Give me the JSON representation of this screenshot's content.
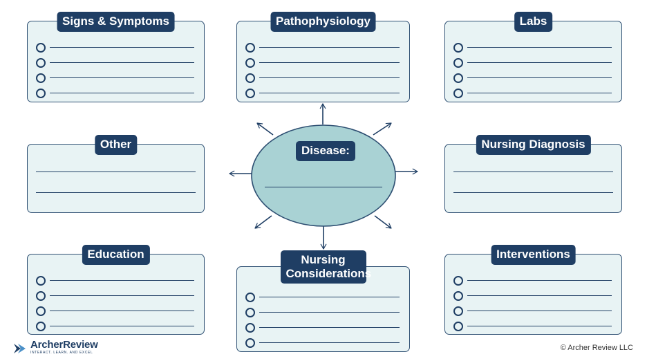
{
  "center": {
    "label": "Disease:"
  },
  "cards": {
    "signs_symptoms": {
      "label": "Signs & Symptoms"
    },
    "pathophysiology": {
      "label": "Pathophysiology"
    },
    "labs": {
      "label": "Labs"
    },
    "other": {
      "label": "Other"
    },
    "nursing_diagnosis": {
      "label": "Nursing Diagnosis"
    },
    "education": {
      "label": "Education"
    },
    "nursing_considerations": {
      "label": "Nursing Considerations"
    },
    "interventions": {
      "label": "Interventions"
    }
  },
  "footer": {
    "brand_name": "ArcherReview",
    "brand_tagline": "INTERACT. LEARN. AND EXCEL",
    "copyright": "© Archer Review LLC"
  },
  "colors": {
    "label_background": "#1f3e64",
    "card_background": "#e8f3f4",
    "card_border": "#2e4f72",
    "ellipse_fill": "#a9d2d4",
    "line_color": "#1f3e64"
  }
}
